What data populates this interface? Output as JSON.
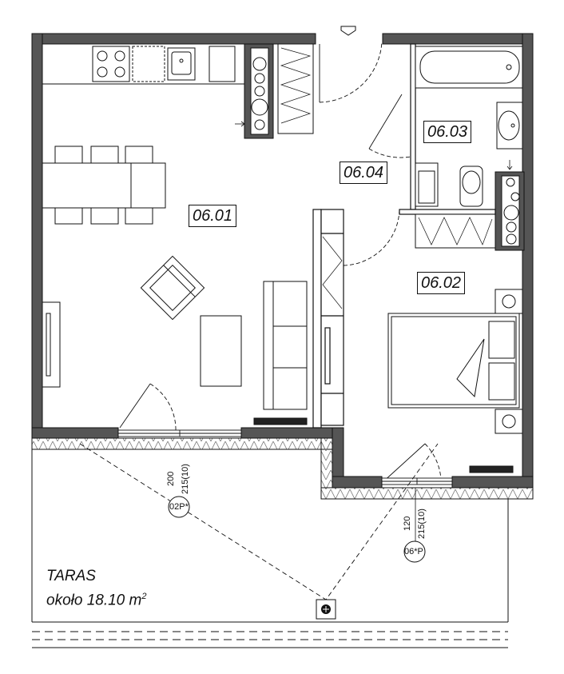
{
  "rooms": [
    {
      "id": "06.01"
    },
    {
      "id": "06.02"
    },
    {
      "id": "06.03"
    },
    {
      "id": "06.04"
    }
  ],
  "terrace": {
    "name": "TARAS",
    "area_text": "około 18.10 m",
    "area_sup": "2"
  },
  "openings": [
    {
      "tag": "02P*",
      "height": "200",
      "width": "215(10)"
    },
    {
      "tag": "06*P",
      "height": "120",
      "width": "215(10)"
    }
  ],
  "colors": {
    "wall": "#555555",
    "line": "#111111",
    "insulation": "#888888"
  }
}
